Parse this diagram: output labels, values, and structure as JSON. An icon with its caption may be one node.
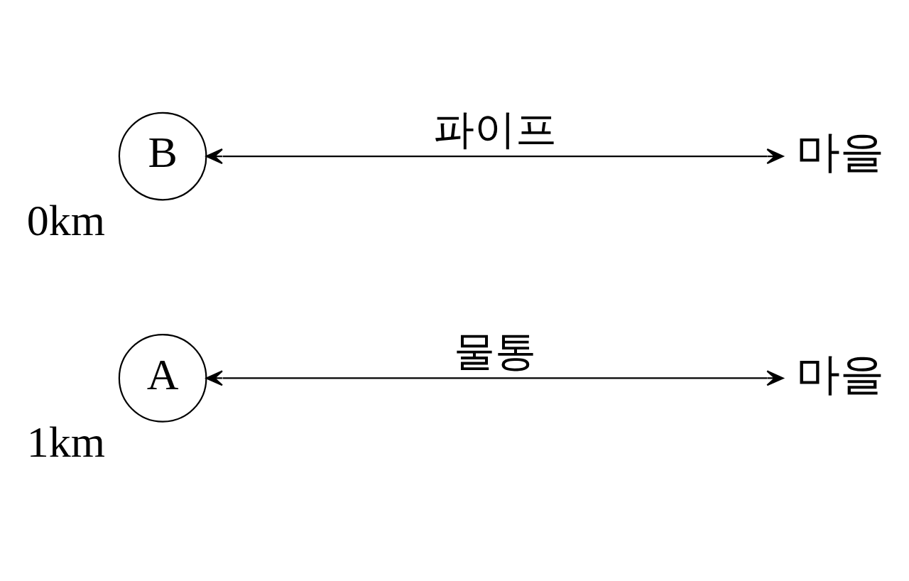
{
  "diagram": {
    "nodes": [
      {
        "text": [
          "A"
        ],
        "beside": [
          "1km"
        ]
      },
      {
        "text": [
          "마을"
        ]
      },
      {
        "text": [
          "B"
        ],
        "beside": [
          "0km"
        ]
      },
      {
        "text": [
          "마을"
        ]
      }
    ],
    "edges": [
      {
        "from": 0,
        "to": 1,
        "arrow": "both",
        "label": "물통"
      },
      {
        "from": 2,
        "to": 3,
        "arrow": "both",
        "label": "파이프"
      }
    ]
  }
}
